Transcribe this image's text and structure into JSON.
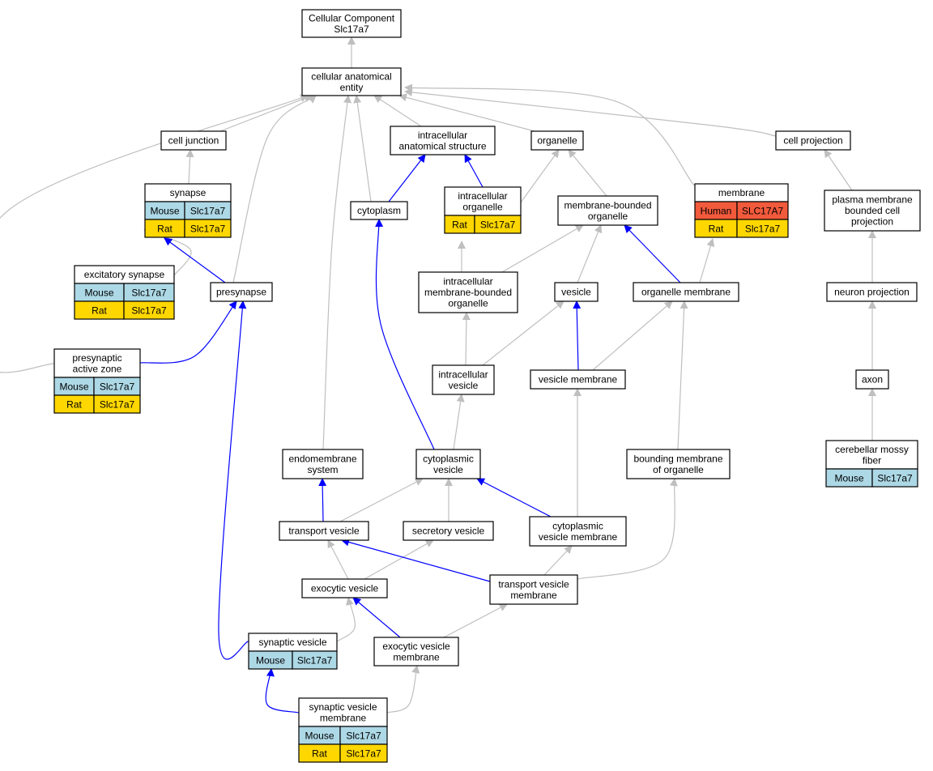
{
  "colors": {
    "is_a_edge": "#bfbfbf",
    "part_of_edge": "#0000ff",
    "mouse": "#add8e6",
    "rat": "#ffd700",
    "human": "#f25a3c",
    "node_fill": "#ffffff",
    "border": "#000000"
  },
  "nodes": [
    {
      "id": "root",
      "lines": [
        "Cellular Component",
        "Slc17a7"
      ]
    },
    {
      "id": "cae",
      "lines": [
        "cellular anatomical",
        "entity"
      ]
    },
    {
      "id": "cell_junction",
      "lines": [
        "cell junction"
      ]
    },
    {
      "id": "ias",
      "lines": [
        "intracellular",
        "anatomical structure"
      ]
    },
    {
      "id": "organelle",
      "lines": [
        "organelle"
      ]
    },
    {
      "id": "cell_projection",
      "lines": [
        "cell projection"
      ]
    },
    {
      "id": "synapse",
      "lines": [
        "synapse"
      ],
      "rows": [
        [
          "Mouse",
          "Slc17a7"
        ],
        [
          "Rat",
          "Slc17a7"
        ]
      ]
    },
    {
      "id": "cytoplasm",
      "lines": [
        "cytoplasm"
      ]
    },
    {
      "id": "io",
      "lines": [
        "intracellular",
        "organelle"
      ],
      "rows": [
        [
          "Rat",
          "Slc17a7"
        ]
      ]
    },
    {
      "id": "mbo",
      "lines": [
        "membrane-bounded",
        "organelle"
      ]
    },
    {
      "id": "membrane",
      "lines": [
        "membrane"
      ],
      "rows": [
        [
          "Human",
          "SLC17A7"
        ],
        [
          "Rat",
          "Slc17a7"
        ]
      ]
    },
    {
      "id": "pmbcp",
      "lines": [
        "plasma membrane",
        "bounded cell",
        "projection"
      ]
    },
    {
      "id": "excitatory_synapse",
      "lines": [
        "excitatory synapse"
      ],
      "rows": [
        [
          "Mouse",
          "Slc17a7"
        ],
        [
          "Rat",
          "Slc17a7"
        ]
      ]
    },
    {
      "id": "presynapse",
      "lines": [
        "presynapse"
      ]
    },
    {
      "id": "imbo",
      "lines": [
        "intracellular",
        "membrane-bounded",
        "organelle"
      ]
    },
    {
      "id": "vesicle",
      "lines": [
        "vesicle"
      ]
    },
    {
      "id": "organelle_membrane",
      "lines": [
        "organelle membrane"
      ]
    },
    {
      "id": "neuron_projection",
      "lines": [
        "neuron projection"
      ]
    },
    {
      "id": "paz",
      "lines": [
        "presynaptic",
        "active zone"
      ],
      "rows": [
        [
          "Mouse",
          "Slc17a7"
        ],
        [
          "Rat",
          "Slc17a7"
        ]
      ]
    },
    {
      "id": "iv",
      "lines": [
        "intracellular",
        "vesicle"
      ]
    },
    {
      "id": "vesicle_membrane",
      "lines": [
        "vesicle membrane"
      ]
    },
    {
      "id": "axon",
      "lines": [
        "axon"
      ]
    },
    {
      "id": "endomembrane",
      "lines": [
        "endomembrane",
        "system"
      ]
    },
    {
      "id": "cytoplasmic_vesicle",
      "lines": [
        "cytoplasmic",
        "vesicle"
      ]
    },
    {
      "id": "bmo",
      "lines": [
        "bounding membrane",
        "of organelle"
      ]
    },
    {
      "id": "cmf",
      "lines": [
        "cerebellar mossy",
        "fiber"
      ],
      "rows": [
        [
          "Mouse",
          "Slc17a7"
        ]
      ]
    },
    {
      "id": "transport_vesicle",
      "lines": [
        "transport vesicle"
      ]
    },
    {
      "id": "secretory_vesicle",
      "lines": [
        "secretory vesicle"
      ]
    },
    {
      "id": "cvm",
      "lines": [
        "cytoplasmic",
        "vesicle membrane"
      ]
    },
    {
      "id": "exocytic_vesicle",
      "lines": [
        "exocytic vesicle"
      ]
    },
    {
      "id": "tvm",
      "lines": [
        "transport vesicle",
        "membrane"
      ]
    },
    {
      "id": "synaptic_vesicle",
      "lines": [
        "synaptic vesicle"
      ],
      "rows": [
        [
          "Mouse",
          "Slc17a7"
        ]
      ]
    },
    {
      "id": "evm",
      "lines": [
        "exocytic vesicle",
        "membrane"
      ]
    },
    {
      "id": "svm",
      "lines": [
        "synaptic vesicle",
        "membrane"
      ],
      "rows": [
        [
          "Mouse",
          "Slc17a7"
        ],
        [
          "Rat",
          "Slc17a7"
        ]
      ]
    }
  ],
  "edges": [
    {
      "from": "cae",
      "to": "root",
      "type": "is_a"
    },
    {
      "from": "cell_junction",
      "to": "cae",
      "type": "is_a"
    },
    {
      "from": "ias",
      "to": "cae",
      "type": "is_a"
    },
    {
      "from": "organelle",
      "to": "cae",
      "type": "is_a"
    },
    {
      "from": "cell_projection",
      "to": "cae",
      "type": "is_a"
    },
    {
      "from": "membrane",
      "to": "cae",
      "type": "is_a"
    },
    {
      "from": "cytoplasm",
      "to": "cae",
      "type": "is_a"
    },
    {
      "from": "presynapse",
      "to": "cae",
      "type": "is_a"
    },
    {
      "from": "paz",
      "to": "cae",
      "type": "is_a"
    },
    {
      "from": "endomembrane",
      "to": "cae",
      "type": "is_a"
    },
    {
      "from": "synapse",
      "to": "cell_junction",
      "type": "is_a"
    },
    {
      "from": "excitatory_synapse",
      "to": "synapse",
      "type": "is_a"
    },
    {
      "from": "presynapse",
      "to": "synapse",
      "type": "part_of"
    },
    {
      "from": "paz",
      "to": "presynapse",
      "type": "part_of"
    },
    {
      "from": "synaptic_vesicle",
      "to": "presynapse",
      "type": "part_of"
    },
    {
      "from": "cytoplasm",
      "to": "ias",
      "type": "part_of"
    },
    {
      "from": "io",
      "to": "ias",
      "type": "part_of"
    },
    {
      "from": "io",
      "to": "organelle",
      "type": "is_a"
    },
    {
      "from": "mbo",
      "to": "organelle",
      "type": "is_a"
    },
    {
      "from": "imbo",
      "to": "io",
      "type": "is_a"
    },
    {
      "from": "imbo",
      "to": "mbo",
      "type": "is_a"
    },
    {
      "from": "vesicle",
      "to": "mbo",
      "type": "is_a"
    },
    {
      "from": "organelle_membrane",
      "to": "mbo",
      "type": "part_of"
    },
    {
      "from": "organelle_membrane",
      "to": "membrane",
      "type": "is_a"
    },
    {
      "from": "pmbcp",
      "to": "cell_projection",
      "type": "is_a"
    },
    {
      "from": "neuron_projection",
      "to": "pmbcp",
      "type": "is_a"
    },
    {
      "from": "axon",
      "to": "neuron_projection",
      "type": "is_a"
    },
    {
      "from": "cmf",
      "to": "axon",
      "type": "is_a"
    },
    {
      "from": "iv",
      "to": "imbo",
      "type": "is_a"
    },
    {
      "from": "iv",
      "to": "vesicle",
      "type": "is_a"
    },
    {
      "from": "vesicle_membrane",
      "to": "vesicle",
      "type": "part_of"
    },
    {
      "from": "vesicle_membrane",
      "to": "organelle_membrane",
      "type": "is_a"
    },
    {
      "from": "cytoplasmic_vesicle",
      "to": "cytoplasm",
      "type": "part_of"
    },
    {
      "from": "cytoplasmic_vesicle",
      "to": "iv",
      "type": "is_a"
    },
    {
      "from": "cvm",
      "to": "vesicle_membrane",
      "type": "is_a"
    },
    {
      "from": "cvm",
      "to": "cytoplasmic_vesicle",
      "type": "part_of"
    },
    {
      "from": "bmo",
      "to": "organelle_membrane",
      "type": "is_a"
    },
    {
      "from": "transport_vesicle",
      "to": "endomembrane",
      "type": "part_of"
    },
    {
      "from": "transport_vesicle",
      "to": "cytoplasmic_vesicle",
      "type": "is_a"
    },
    {
      "from": "secretory_vesicle",
      "to": "cytoplasmic_vesicle",
      "type": "is_a"
    },
    {
      "from": "exocytic_vesicle",
      "to": "transport_vesicle",
      "type": "is_a"
    },
    {
      "from": "exocytic_vesicle",
      "to": "secretory_vesicle",
      "type": "is_a"
    },
    {
      "from": "tvm",
      "to": "cvm",
      "type": "is_a"
    },
    {
      "from": "tvm",
      "to": "bmo",
      "type": "is_a"
    },
    {
      "from": "tvm",
      "to": "transport_vesicle",
      "type": "part_of"
    },
    {
      "from": "synaptic_vesicle",
      "to": "exocytic_vesicle",
      "type": "is_a"
    },
    {
      "from": "evm",
      "to": "exocytic_vesicle",
      "type": "part_of"
    },
    {
      "from": "evm",
      "to": "tvm",
      "type": "is_a"
    },
    {
      "from": "svm",
      "to": "synaptic_vesicle",
      "type": "part_of"
    },
    {
      "from": "svm",
      "to": "evm",
      "type": "is_a"
    }
  ]
}
